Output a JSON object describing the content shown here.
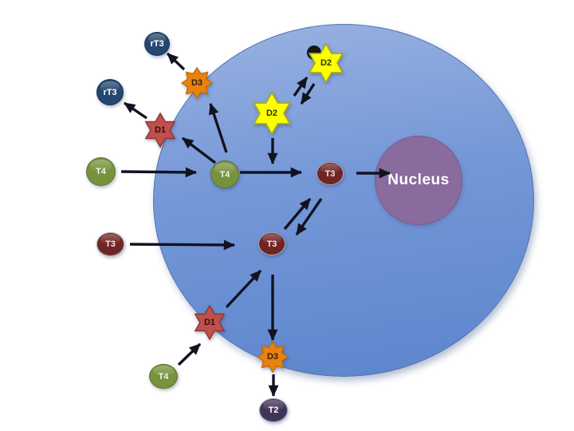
{
  "diagram": {
    "subject": "thyroid hormone metabolism in a cell",
    "arrow_color": "#11131f"
  },
  "nodes": {
    "rt3_top": {
      "label": "rT3",
      "fill": "#24476F",
      "stroke": "#16365C",
      "text": "#FFFFFF"
    },
    "rt3_left": {
      "label": "rT3",
      "fill": "#24476F",
      "stroke": "#16365C",
      "text": "#FFFFFF"
    },
    "t4_out": {
      "label": "T4",
      "fill": "#77923D",
      "stroke": "#5E7430",
      "text": "#F2F6E6"
    },
    "t4_in": {
      "label": "T4",
      "fill": "#77923D",
      "stroke": "#5E7430",
      "text": "#F2F6E6"
    },
    "t4_bottom": {
      "label": "T4",
      "fill": "#77923D",
      "stroke": "#5E7430",
      "text": "#F2F6E6"
    },
    "t3_out": {
      "label": "T3",
      "fill": "#6F2523",
      "stroke": "#A8A8A8",
      "text": "#F6E3E0"
    },
    "t3_in_upper": {
      "label": "T3",
      "fill": "#6F2523",
      "stroke": "#A8A8A8",
      "text": "#F6E3E0"
    },
    "t3_in_lower": {
      "label": "T3",
      "fill": "#6F2523",
      "stroke": "#A8A8A8",
      "text": "#F6E3E0"
    },
    "t2": {
      "label": "T2",
      "fill": "#433457",
      "stroke": "#8E9AB5",
      "text": "#FFFFFF"
    },
    "d1_top": {
      "label": "D1",
      "fill": "#C0504D",
      "stroke": "#8C3836",
      "text": "#27100F"
    },
    "d1_bottom": {
      "label": "D1",
      "fill": "#C0504D",
      "stroke": "#8C3836",
      "text": "#27100F"
    },
    "d2_upper": {
      "label": "D2",
      "fill": "#FBFF00",
      "stroke": "#A6A830",
      "text": "#30300A"
    },
    "d2_lower": {
      "label": "D2",
      "fill": "#FBFF00",
      "stroke": "#A6A830",
      "text": "#30300A"
    },
    "d3_top": {
      "label": "D3",
      "fill": "#E8820D",
      "stroke": "#C56A0B",
      "text": "#38200A"
    },
    "d3_bottom": {
      "label": "D3",
      "fill": "#E8820D",
      "stroke": "#C56A0B",
      "text": "#38200A"
    },
    "nucleus": {
      "label": "Nucleus",
      "fill": "#8A6B9D",
      "stroke": "#7A5C8D",
      "text": "#FFFFFF"
    },
    "black_dot": {
      "fill": "#161616"
    },
    "cell": {
      "fill_top": "#9AB2E1",
      "fill_mid": "#7497D7",
      "fill_bottom": "#5C85CD",
      "stroke": "#4E73B0"
    }
  },
  "edges": [
    {
      "from": "t4_out",
      "to": "t4_in"
    },
    {
      "from": "t4_in",
      "to": "d1_top"
    },
    {
      "from": "t4_in",
      "to": "d3_top"
    },
    {
      "from": "d3_top",
      "to": "rt3_top"
    },
    {
      "from": "d1_top",
      "to": "rt3_left"
    },
    {
      "from": "d2_lower",
      "to": "d2_upper"
    },
    {
      "from": "d2_upper",
      "to": "d2_lower"
    },
    {
      "from": "d2_lower",
      "to": "t4_to_t3_conversion"
    },
    {
      "from": "t4_in",
      "to": "t3_in_upper"
    },
    {
      "from": "t3_in_upper",
      "to": "nucleus"
    },
    {
      "from": "t3_in_lower",
      "to": "t3_in_upper"
    },
    {
      "from": "t3_in_upper",
      "to": "t3_in_lower"
    },
    {
      "from": "t3_out",
      "to": "t3_in_lower"
    },
    {
      "from": "d1_bottom",
      "to": "t3_in_lower"
    },
    {
      "from": "t4_bottom",
      "to": "d1_bottom"
    },
    {
      "from": "t3_in_lower",
      "to": "d3_bottom"
    },
    {
      "from": "d3_bottom",
      "to": "t2"
    }
  ]
}
